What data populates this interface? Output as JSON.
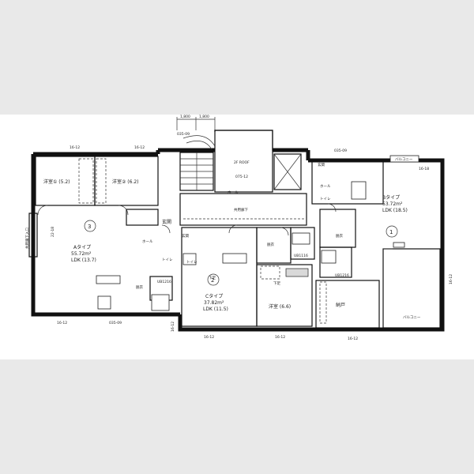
{
  "dimensions": {
    "top_left": "16-12",
    "top_mid": "16-12",
    "top_right": "1,800",
    "top_right2": "1,800",
    "bottom_left": "16-12",
    "bottom_mid": "16-12",
    "bottom_mid2": "16-12",
    "bottom_right": "16-12",
    "left_vert": "22-18",
    "right_vert": "16-12",
    "right_vert2": "16-18",
    "center_vert": "16-12",
    "code_top_a": "035-09",
    "code_top_b": "035-09",
    "code_bottom": "035-09",
    "rf_label": "2F ROOF",
    "stair_code": "075-12"
  },
  "rooms": {
    "western1": "洋室① (5.2)",
    "western2": "洋室② (6.2)",
    "western_c": "洋室 (6.6)",
    "hall_a": "ホール",
    "hall_b": "ホール",
    "entry_a": "玄関",
    "entry_b": "玄関",
    "entry_c": "玄関",
    "toilet_a": "トイレ",
    "toilet_b": "トイレ",
    "toilet_c": "トイレ",
    "wash_a": "脱衣",
    "wash_b": "脱衣",
    "wash_c": "脱衣",
    "ub_a": "UB1216",
    "ub_b": "UB1216",
    "ub_c": "UB1116",
    "storage": "納戸",
    "corridor": "共用廊下"
  },
  "units": {
    "a": {
      "num": "3",
      "type": "Aタイプ",
      "area": "55.72m²",
      "ldk": "LDK (13.7)"
    },
    "b": {
      "num": "1",
      "type": "Bタイプ",
      "area": "53.72m²",
      "ldk": "LDK (18.5)"
    },
    "c": {
      "num": "2",
      "type": "Cタイプ",
      "area": "37.82m²",
      "ldk": "LDK (11.5)"
    }
  },
  "notes": {
    "left_side": "共用廊下入口",
    "stair_note": "ホール",
    "shoe_a": "下足",
    "shoe_b": "下足",
    "balcony_b": "バルコニー",
    "balcony_a": "バルコニー"
  }
}
